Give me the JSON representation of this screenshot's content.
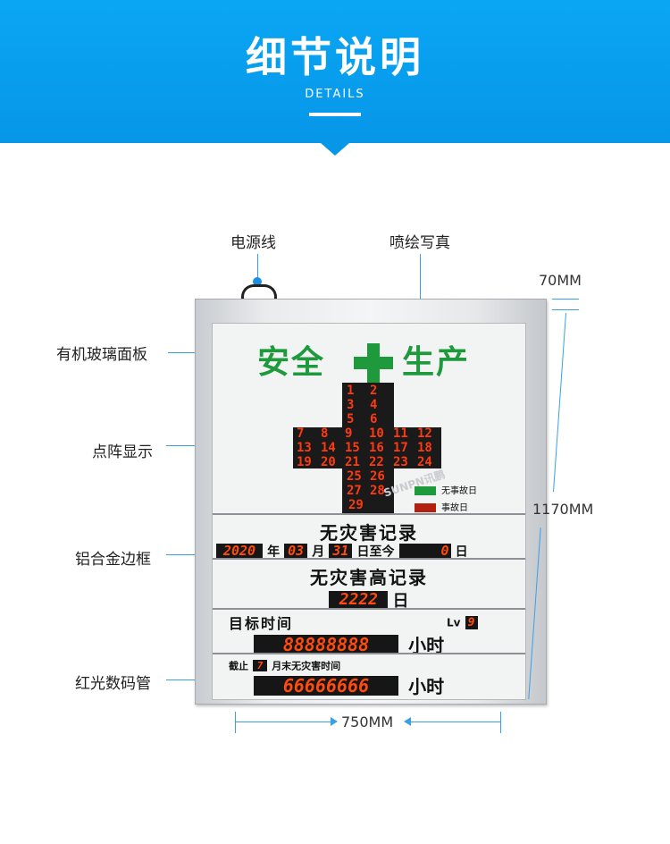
{
  "header": {
    "title": "细节说明",
    "subtitle": "DETAILS"
  },
  "callouts": {
    "power_cord": "电源线",
    "print": "喷绘写真",
    "glass": "有机玻璃面板",
    "dot_matrix": "点阵显示",
    "frame": "铝合金边框",
    "digits": "红光数码管"
  },
  "board": {
    "title_left": "安全",
    "title_right": "生产",
    "calendar_rows": [
      [
        "1",
        "2"
      ],
      [
        "3",
        "4"
      ],
      [
        "5",
        "6"
      ],
      [
        "7",
        "8",
        "9",
        "10",
        "11",
        "12"
      ],
      [
        "13",
        "14",
        "15",
        "16",
        "17",
        "18"
      ],
      [
        "19",
        "20",
        "21",
        "22",
        "23",
        "24"
      ],
      [
        "25",
        "26"
      ],
      [
        "27",
        "28"
      ],
      [
        "29"
      ]
    ],
    "legend": {
      "no_accident": "无事故日",
      "accident": "事故日"
    },
    "record": {
      "title": "无灾害记录",
      "year": "2020",
      "year_label": "年",
      "month": "03",
      "month_label": "月",
      "day": "31",
      "day_to_label": "日至今",
      "count": "0",
      "count_label": "日"
    },
    "high_record": {
      "title": "无灾害高记录",
      "value": "2222",
      "unit": "日"
    },
    "target": {
      "label": "目标时间",
      "lv_label": "Lv",
      "lv": "9",
      "value": "88888888",
      "unit": "小时"
    },
    "deadline": {
      "prefix": "截止",
      "month": "7",
      "suffix": "月末无灾害时间",
      "value": "66666666",
      "unit": "小时"
    },
    "watermark": "SUNPN讯鹏"
  },
  "dimensions": {
    "depth": "70MM",
    "height": "1170MM",
    "width": "750MM"
  },
  "colors": {
    "banner": "#0796e8",
    "green": "#1e9a3c",
    "led_red": "#ff3a10"
  }
}
